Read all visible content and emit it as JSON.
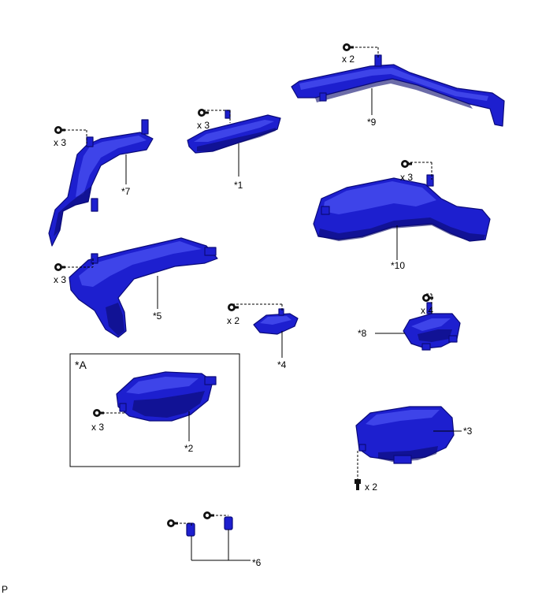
{
  "diagram": {
    "callouts": {
      "p1": "*1",
      "p2": "*2",
      "p3": "*3",
      "p4": "*4",
      "p5": "*5",
      "p6": "*6",
      "p7": "*7",
      "p8": "*8",
      "p9": "*9",
      "p10": "*10",
      "boxA": "*A"
    },
    "qty": {
      "p9": "x 2",
      "p7": "x 3",
      "p1": "x 3",
      "p10": "x 3",
      "p5": "x 3",
      "p4": "x 2",
      "p8": "x 4",
      "p2": "x 3",
      "p3": "x 2"
    },
    "corner_code": "P",
    "colors": {
      "part": "#1d1fcf",
      "part_outline": "#0b0b7a",
      "line": "#000000"
    },
    "icons": [
      "clip-icon",
      "screw-icon",
      "duct-part-icon"
    ]
  }
}
